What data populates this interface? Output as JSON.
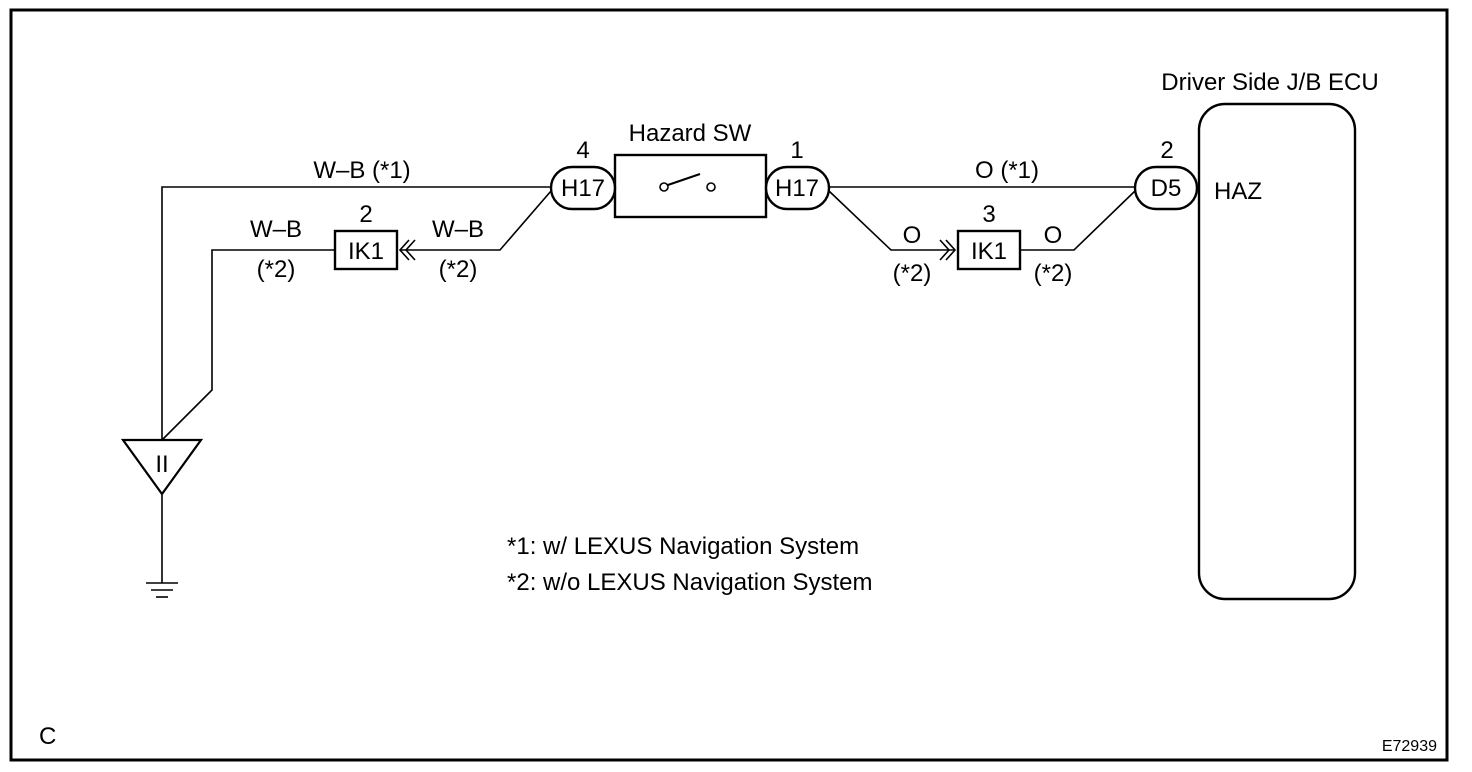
{
  "ecu": {
    "title": "Driver Side J/B ECU",
    "terminal": "HAZ",
    "connector": "D5",
    "pin": "2"
  },
  "hazard_switch": {
    "title": "Hazard SW",
    "left_connector": "H17",
    "left_pin": "4",
    "right_connector": "H17",
    "right_pin": "1"
  },
  "left_junction": {
    "connector": "IK1",
    "pin": "2"
  },
  "right_junction": {
    "connector": "IK1",
    "pin": "3"
  },
  "ground_point": {
    "label": "II"
  },
  "wires": {
    "top_left": "W–B (*1)",
    "junction_left_top": "W–B",
    "junction_left_bottom": "(*2)",
    "junction_right_top": "W–B",
    "junction_right_bottom": "(*2)",
    "top_right": "O (*1)",
    "o_left_top": "O",
    "o_left_bottom": "(*2)",
    "o_right_top": "O",
    "o_right_bottom": "(*2)"
  },
  "notes": [
    "*1: w/ LEXUS Navigation System",
    "*2: w/o LEXUS Navigation System"
  ],
  "corner_label": "C",
  "figure_id": "E72939"
}
